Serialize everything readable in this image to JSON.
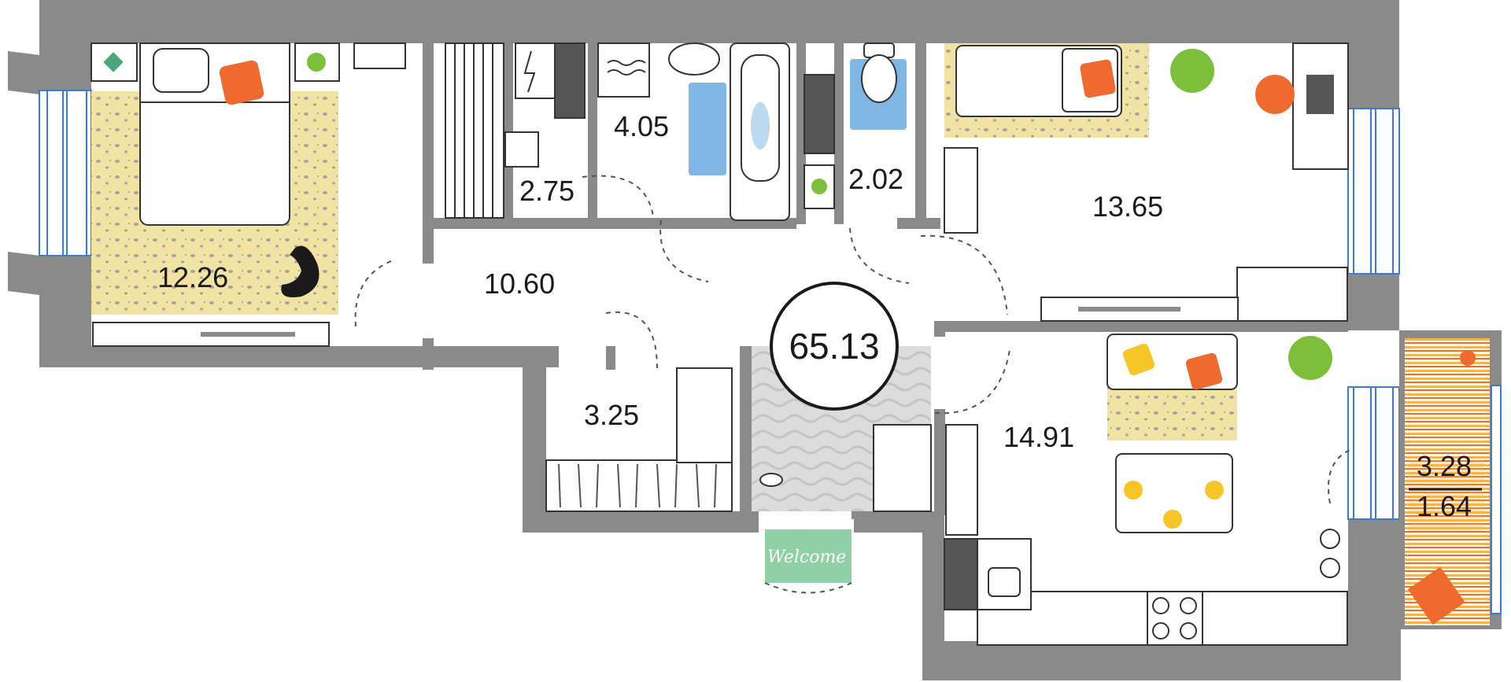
{
  "plan": {
    "total_area": "65.13",
    "welcome_mat": "Welcome",
    "rooms": [
      {
        "id": "bedroom",
        "area": "12.26"
      },
      {
        "id": "hallway",
        "area": "10.60"
      },
      {
        "id": "sauna",
        "area": "2.75"
      },
      {
        "id": "bathroom",
        "area": "4.05"
      },
      {
        "id": "toilet",
        "area": "2.02"
      },
      {
        "id": "second-bedroom",
        "area": "13.65"
      },
      {
        "id": "wardrobe",
        "area": "3.25"
      },
      {
        "id": "kitchen-living",
        "area": "14.91"
      },
      {
        "id": "balcony",
        "area": "3.28",
        "area_reduced": "1.64"
      }
    ]
  },
  "colors": {
    "wall": "#8a8a8a",
    "rug": "#f1e3a3",
    "accent_orange": "#ef6a2e",
    "bath_mat": "#7fb6e3",
    "welcome_mat": "#8fd0a6",
    "plant": "#7dbf3a",
    "balcony_stripe": "#f7b548"
  }
}
